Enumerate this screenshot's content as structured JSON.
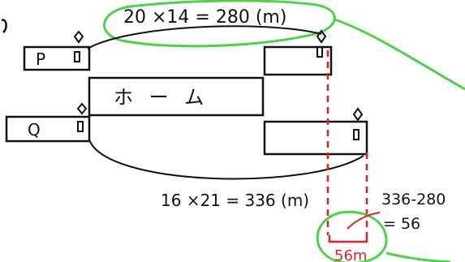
{
  "trains": {
    "p": {
      "label": "P",
      "length_calc": "20 ×14 = 280 (m)"
    },
    "q": {
      "label": "Q",
      "length_calc": "16 ×21 = 336 (m)"
    }
  },
  "platform": {
    "label": "ホ ー ム"
  },
  "difference": {
    "calc_line1": "336-280",
    "calc_line2": "= 56",
    "result": "56m"
  },
  "colors": {
    "ink": "#111111",
    "highlight_green": "#4fd04a",
    "red": "#e0202a"
  }
}
